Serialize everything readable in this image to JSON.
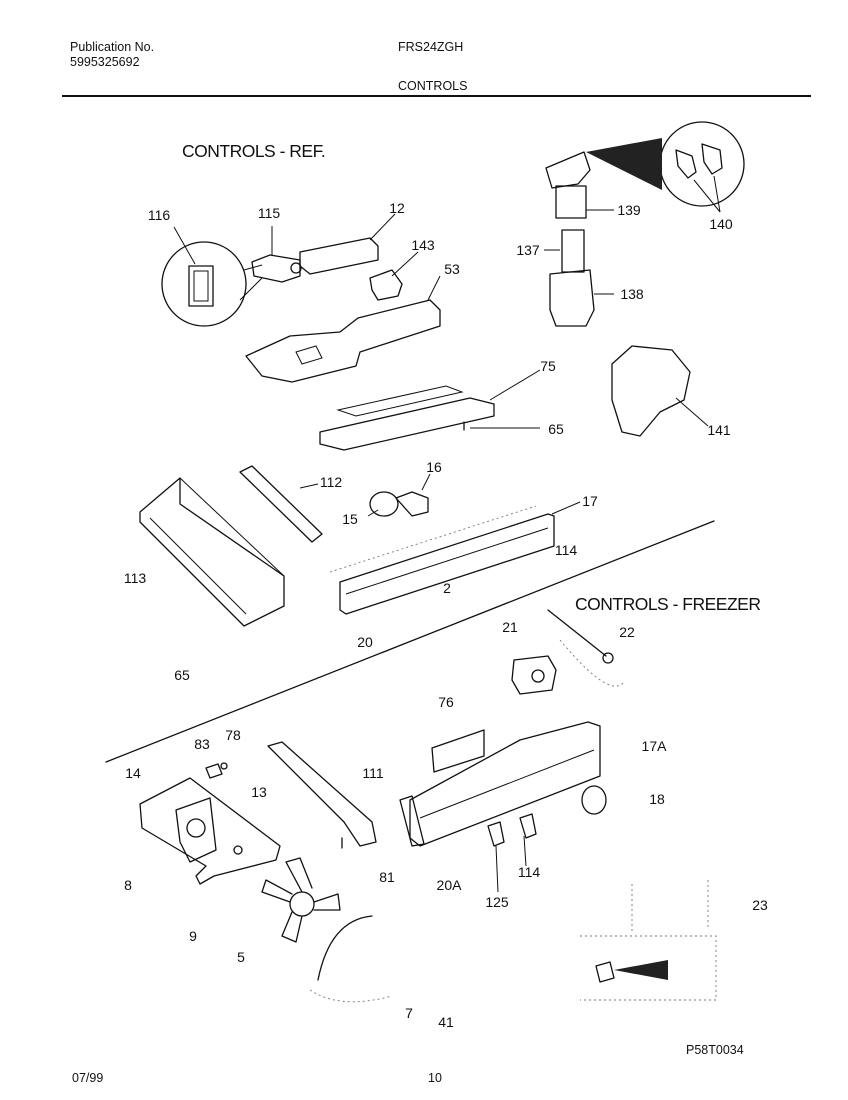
{
  "header": {
    "publication_label": "Publication No.",
    "publication_number": "5995325692",
    "model": "FRS24ZGH",
    "page_section": "CONTROLS"
  },
  "sections": {
    "ref": "CONTROLS - REF.",
    "freezer": "CONTROLS - FREEZER"
  },
  "callouts": {
    "c116": "116",
    "c115": "115",
    "c12": "12",
    "c143": "143",
    "c53": "53",
    "c139": "139",
    "c140": "140",
    "c137": "137",
    "c138": "138",
    "c75": "75",
    "c65a": "65",
    "c141": "141",
    "c16": "16",
    "c112": "112",
    "c17": "17",
    "c15": "15",
    "c114a": "114",
    "c113": "113",
    "c2": "2",
    "c20": "20",
    "c65b": "65",
    "c21": "21",
    "c22": "22",
    "c76": "76",
    "c83": "83",
    "c78": "78",
    "c14": "14",
    "c13": "13",
    "c111": "111",
    "c17A": "17A",
    "c18": "18",
    "c8": "8",
    "c81": "81",
    "c20A": "20A",
    "c114b": "114",
    "c125": "125",
    "c23": "23",
    "c9": "9",
    "c5": "5",
    "c7": "7",
    "c41": "41"
  },
  "footer": {
    "date": "07/99",
    "page": "10",
    "diagram_id": "P58T0034"
  }
}
